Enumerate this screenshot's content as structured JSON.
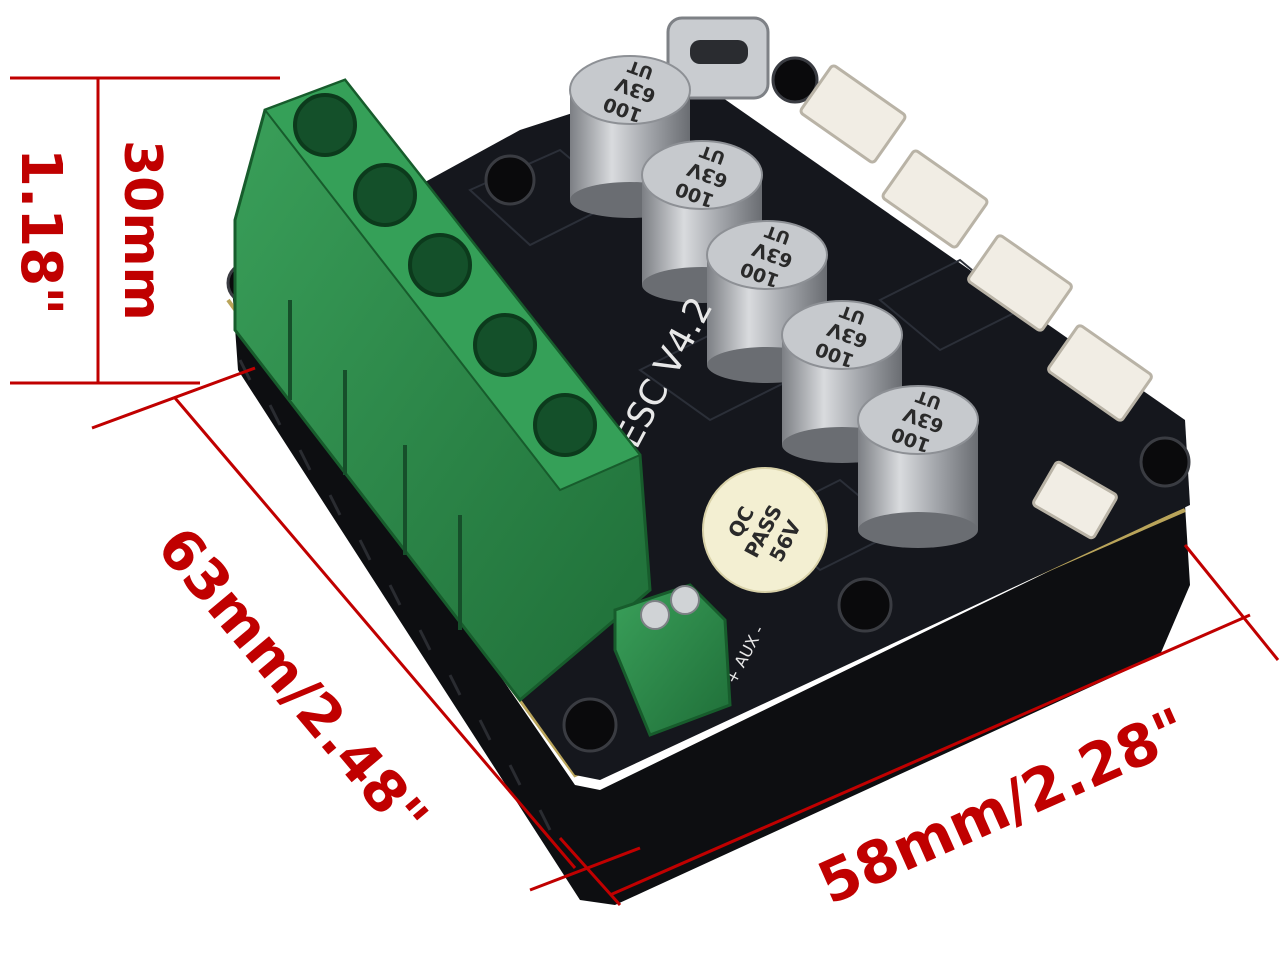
{
  "dimensions": {
    "height_mm": "30mm",
    "height_in": "1.18\"",
    "depth": "63mm/2.48\"",
    "width": "58mm/2.28\""
  },
  "board": {
    "model": "ODESC V4.2",
    "aux_label": "+ AUX -",
    "sticker": {
      "line1": "QC",
      "line2": "PASS",
      "line3": "56V"
    }
  },
  "capacitors": [
    {
      "value": "100",
      "voltage": "63V",
      "series": "UT"
    },
    {
      "value": "100",
      "voltage": "63V",
      "series": "UT"
    },
    {
      "value": "100",
      "voltage": "63V",
      "series": "UT"
    },
    {
      "value": "100",
      "voltage": "63V",
      "series": "UT"
    },
    {
      "value": "100",
      "voltage": "63V",
      "series": "UT"
    }
  ],
  "colors": {
    "dimension": "#c00000",
    "pcb": "#15171d",
    "terminal": "#2e8b4a",
    "capacitor": "#a9acb1"
  }
}
